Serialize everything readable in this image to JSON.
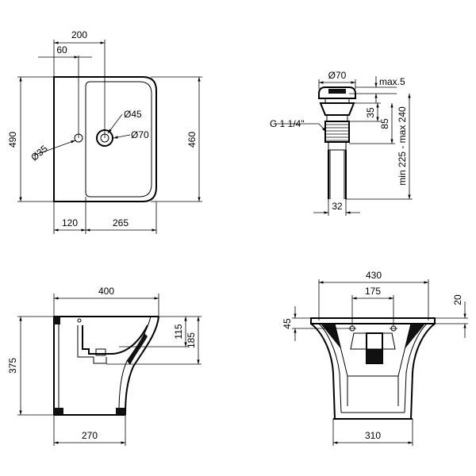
{
  "top_view": {
    "dim_200": "200",
    "dim_60": "60",
    "dim_490": "490",
    "dim_460": "460",
    "dim_120": "120",
    "dim_265": "265",
    "hole_35": "Ø35",
    "hole_45": "Ø45",
    "hole_70": "Ø70"
  },
  "drain": {
    "dia_70": "Ø70",
    "max_5": "max.5",
    "dim_35": "35",
    "dim_85": "85",
    "range": "min 225 - max 240",
    "thread": "G 1 1/4\"",
    "dim_32": "32"
  },
  "side_view": {
    "dim_400": "400",
    "dim_375": "375",
    "dim_115": "115",
    "dim_185": "185",
    "dim_270": "270"
  },
  "front_view": {
    "dim_430": "430",
    "dim_175": "175",
    "dim_20": "20",
    "dim_45": "45",
    "dim_310": "310"
  }
}
